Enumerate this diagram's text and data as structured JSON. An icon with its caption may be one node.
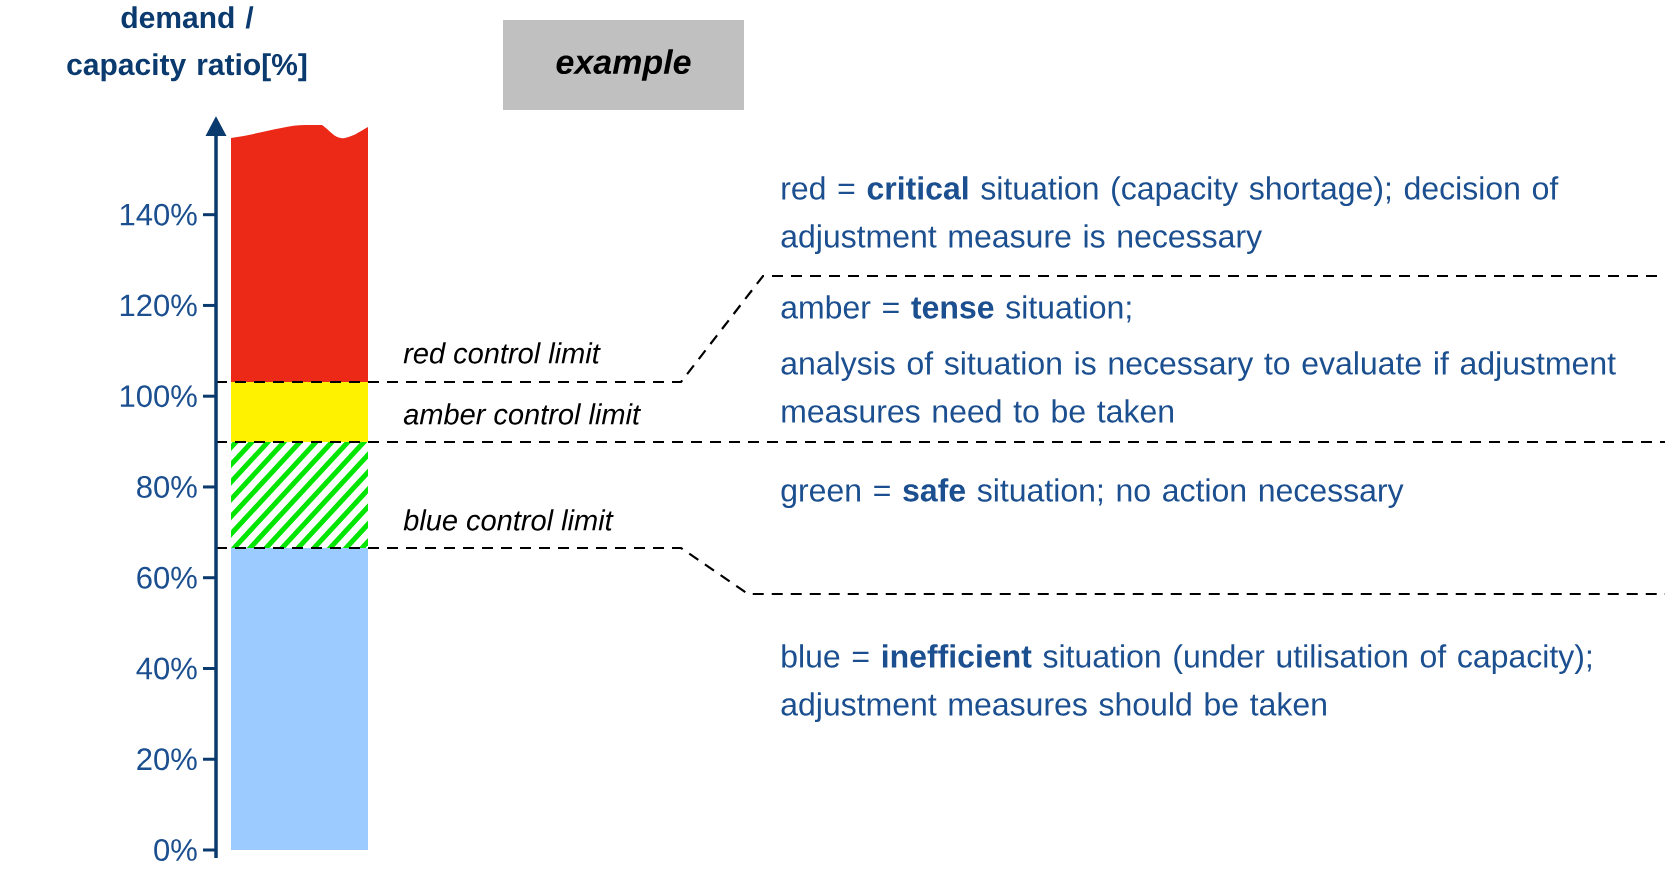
{
  "diagram": {
    "title": "demand / capacity ratio[%]",
    "nodes": [
      {
        "text": [
          "example"
        ]
      }
    ],
    "labels": [
      "red = **critical** situation (capacity shortage); decision of adjustment measure is necessary",
      "red control limit",
      "amber = **tense** situation;",
      "amber control limit",
      "analysis of situation is necessary to evaluate if adjustment measures need to be taken",
      "green = **safe** situation; no action necessary",
      "blue control limit",
      "blue = **inefficient** situation (under utilisation of capacity); adjustment measures should be taken",
      "140%",
      "120%",
      "100%",
      "80%",
      "60%",
      "40%",
      "20%",
      "0%"
    ]
  }
}
